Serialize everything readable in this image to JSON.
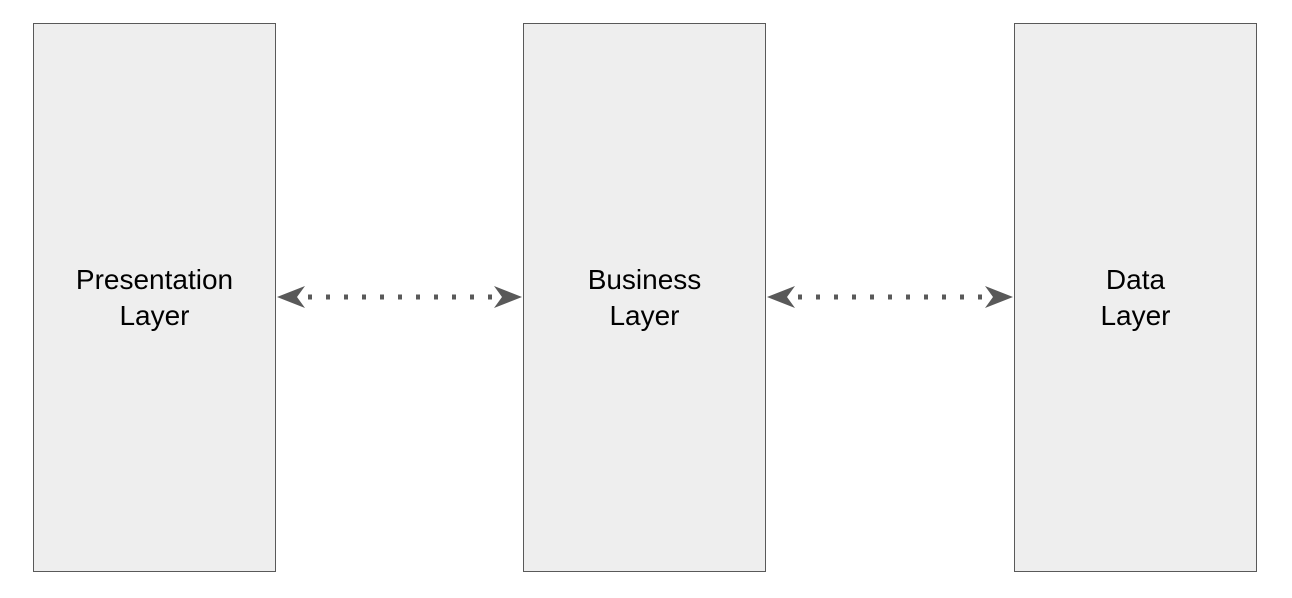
{
  "diagram": {
    "layers": [
      {
        "line1": "Presentation",
        "line2": "Layer"
      },
      {
        "line1": "Business",
        "line2": "Layer"
      },
      {
        "line1": "Data",
        "line2": "Layer"
      }
    ],
    "connections": [
      {
        "from": "Presentation Layer",
        "to": "Business Layer",
        "style": "dotted",
        "direction": "bidirectional"
      },
      {
        "from": "Business Layer",
        "to": "Data Layer",
        "style": "dotted",
        "direction": "bidirectional"
      }
    ],
    "colors": {
      "box_fill": "#eeeeee",
      "box_border": "#595959",
      "connector": "#595959",
      "text": "#000000"
    }
  }
}
